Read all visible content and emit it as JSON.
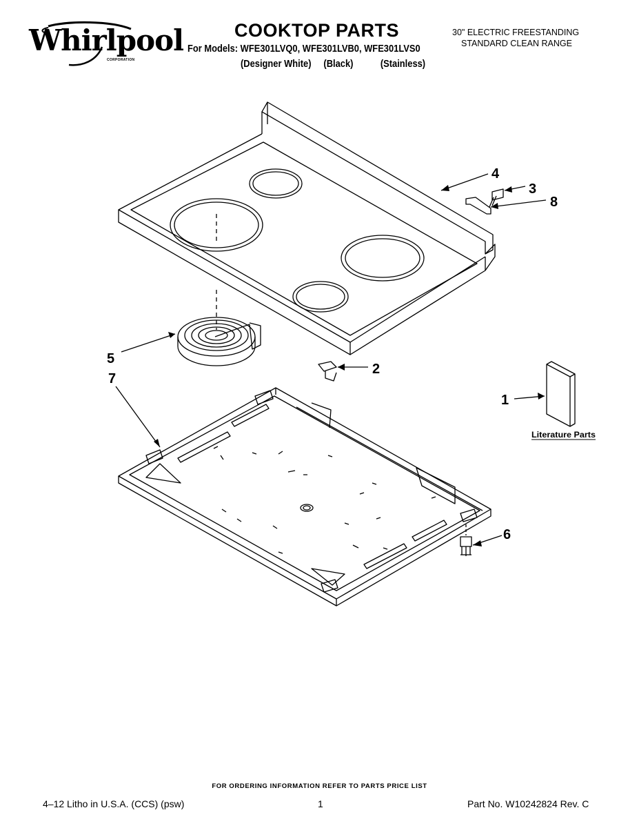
{
  "brand": {
    "logo_text": "Whirlpool",
    "logo_subtext": "CORPORATION"
  },
  "header": {
    "title": "COOKTOP PARTS",
    "models_line": "For Models: WFE301LVQ0, WFE301LVB0, WFE301LVS0",
    "finishes_line": "(Designer White)     (Black)           (Stainless)",
    "product_line_1": "30\" ELECTRIC FREESTANDING",
    "product_line_2": "STANDARD CLEAN RANGE"
  },
  "diagram": {
    "callouts": [
      "4",
      "3",
      "8",
      "5",
      "7",
      "2",
      "1",
      "6"
    ],
    "literature_label": "Literature Parts"
  },
  "footer": {
    "note": "FOR ORDERING INFORMATION REFER TO PARTS PRICE LIST",
    "litho": "4–12 Litho in U.S.A. (CCS) (psw)",
    "page": "1",
    "part_no": "Part No. W10242824 Rev. C"
  },
  "colors": {
    "ink": "#000000",
    "paper": "#ffffff"
  }
}
